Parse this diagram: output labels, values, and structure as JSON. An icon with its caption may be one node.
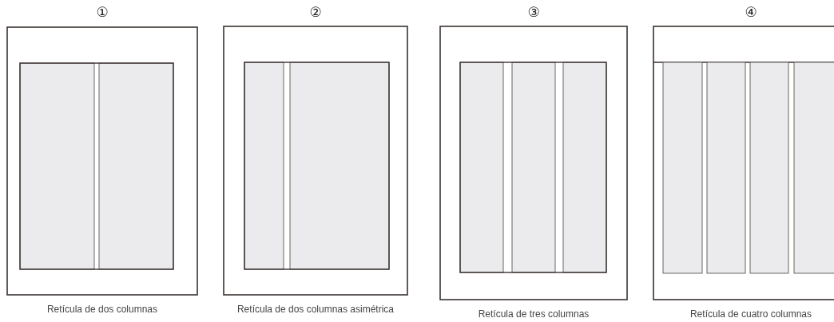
{
  "diagram": {
    "nodes": [
      {
        "text": [
          "①",
          "Retícula de dos columnas"
        ]
      },
      {
        "text": [
          "②",
          "Retícula de dos columnas asimétrica"
        ]
      },
      {
        "text": [
          "③",
          "Retícula de tres columnas"
        ]
      },
      {
        "text": [
          "④",
          "Retícula de cuatro columnas"
        ]
      }
    ]
  }
}
